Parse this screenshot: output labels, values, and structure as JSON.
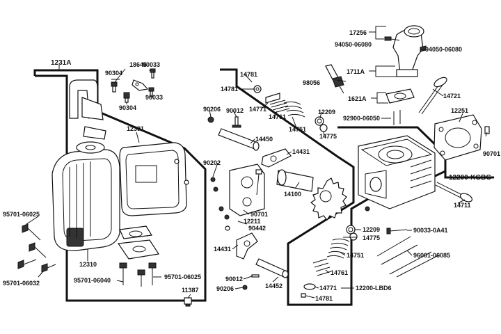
{
  "labels": {
    "l17256": "17256",
    "l94050a": "94050-06080",
    "l94050b": "94050-06080",
    "l1711A": "1711A",
    "l98056": "98056",
    "l1621A": "1621A",
    "l14721": "14721",
    "l92900": "92900-06050",
    "l12251": "12251",
    "l90701a": "90701",
    "l12200KGBG": "12200-KGBG",
    "l14711": "14711",
    "l14781a": "14781",
    "l14781b": "14781",
    "l14771a": "14771",
    "l14761a": "14761",
    "l14751a": "14751",
    "l12209a": "12209",
    "l14775a": "14775",
    "l90206a": "90206",
    "l90012a": "90012",
    "l14450": "14450",
    "l14431a": "14431",
    "l14100": "14100",
    "l90202": "90202",
    "l90701b": "90701",
    "l12211": "12211",
    "l90442": "90442",
    "l14431b": "14431",
    "l90012b": "90012",
    "l90206b": "90206",
    "l14452": "14452",
    "l12209b": "12209",
    "l14775b": "14775",
    "l14751b": "14751",
    "l14761b": "14761",
    "l14771b": "14771",
    "l14781c": "14781",
    "l12200LBD6": "12200-LBD6",
    "l90033A41": "90033-0A41",
    "l96001": "96001-06085",
    "l1231A": "1231A",
    "l18646": "18646",
    "l90033a": "90033",
    "l90033b": "90033",
    "l90304a": "90304",
    "l90304b": "90304",
    "l12391": "12391",
    "l95701_06025a": "95701-06025",
    "l95701_06025b": "95701-06025",
    "l95701_06032": "95701-06032",
    "l95701_06040": "95701-06040",
    "l12310": "12310",
    "l11387": "11387"
  }
}
